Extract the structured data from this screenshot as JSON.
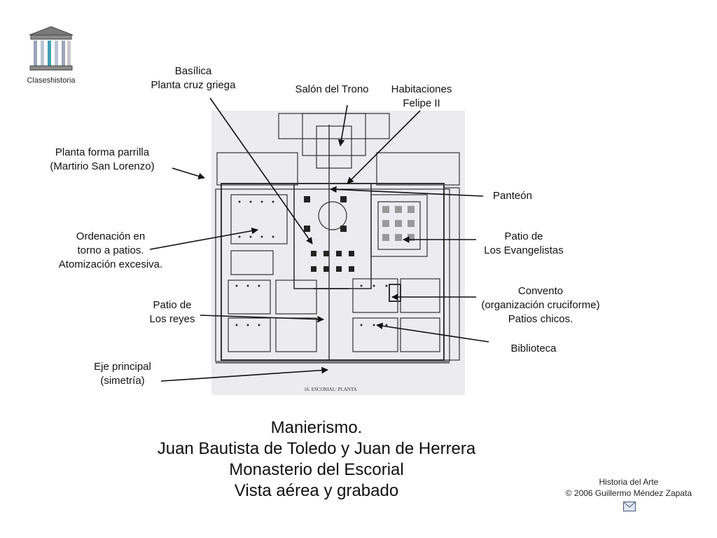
{
  "logo": {
    "caption": "Claseshistoria"
  },
  "labels": {
    "basilica": {
      "line1": "Basílica",
      "line2": "Planta cruz griega"
    },
    "salon": {
      "line1": "Salón del Trono"
    },
    "habitaciones": {
      "line1": "Habitaciones",
      "line2": "Felipe II"
    },
    "parrilla": {
      "line1": "Planta forma parrilla",
      "line2": "(Martirio San Lorenzo)"
    },
    "panteon": {
      "line1": "Panteón"
    },
    "ordenacion": {
      "line1": "Ordenación en",
      "line2": "torno a patios.",
      "line3": "Atomización excesiva."
    },
    "evangelistas": {
      "line1": "Patio de",
      "line2": "Los Evangelistas"
    },
    "convento": {
      "line1": "Convento",
      "line2": "(organización cruciforme)",
      "line3": "Patios chicos."
    },
    "reyes": {
      "line1": "Patio de",
      "line2": "Los reyes"
    },
    "biblioteca": {
      "line1": "Biblioteca"
    },
    "eje": {
      "line1": "Eje principal",
      "line2": "(simetría)"
    }
  },
  "plan": {
    "caption": "16. ESCORIAL: PLANTA"
  },
  "title": {
    "line1": "Manierismo.",
    "line2": "Juan Bautista de Toledo y Juan de Herrera",
    "line3": "Monasterio del Escorial",
    "line4": "Vista aérea y grabado"
  },
  "footer": {
    "line1": "Historia del Arte",
    "line2": "© 2006 Guillermo Méndez Zapata"
  },
  "icons": {
    "logo": "temple-icon",
    "mail": "envelope-icon"
  }
}
